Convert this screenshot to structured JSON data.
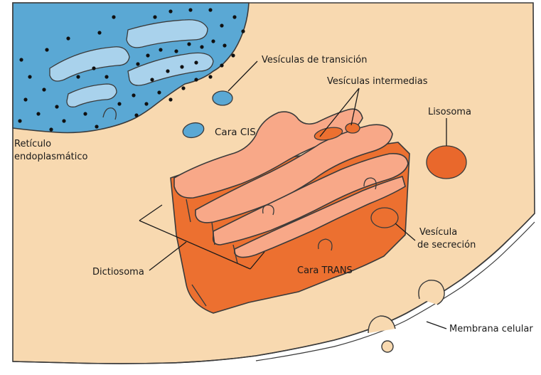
{
  "labels": {
    "er_line1": "Retículo",
    "er_line2": "endoplasmático",
    "transition_vesicles": "Vesículas de transición",
    "intermediate_vesicles": "Vesículas intermedias",
    "cis_face": "Cara CIS",
    "lysosome": "Lisosoma",
    "secretion_vesicle_line1": "Vesícula",
    "secretion_vesicle_line2": "de secreción",
    "dictyosome": "Dictiosoma",
    "trans_face": "Cara TRANS",
    "cell_membrane": "Membrana celular"
  },
  "colors": {
    "cytoplasm": "#f8d9b0",
    "er": "#5aa8d4",
    "er_light": "#a9d2ec",
    "golgi_dark": "#ec7030",
    "golgi_light": "#f8a888",
    "lysosome": "#e9682c"
  }
}
